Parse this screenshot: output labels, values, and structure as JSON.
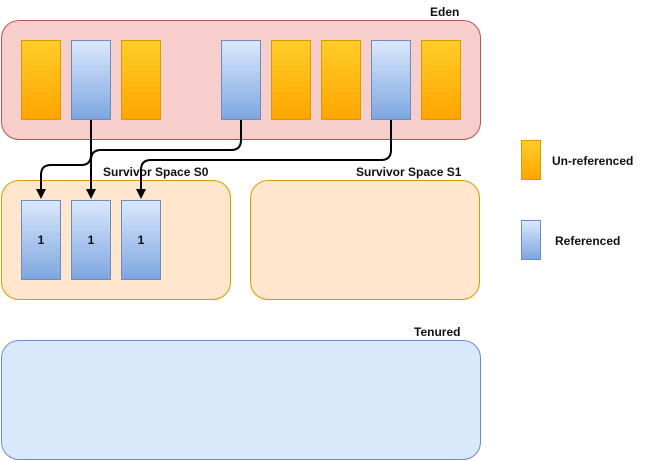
{
  "eden": {
    "label": "Eden",
    "color": "#f8cecc",
    "border": "#b85450"
  },
  "survivor_s0": {
    "label": "Survivor  Space S0",
    "color": "#ffe6cc",
    "border": "#d79b00",
    "objects": [
      "1",
      "1",
      "1"
    ]
  },
  "survivor_s1": {
    "label": "Survivor  Space S1",
    "color": "#ffe6cc",
    "border": "#d79b00"
  },
  "tenured": {
    "label": "Tenured",
    "color": "#dae8fc",
    "border": "#6c8ebf"
  },
  "eden_objects": [
    "unreferenced",
    "referenced",
    "unreferenced",
    "referenced",
    "unreferenced",
    "unreferenced",
    "referenced",
    "unreferenced"
  ],
  "legend": {
    "unreferenced": {
      "label": "Un-referenced",
      "color": "#ffb300"
    },
    "referenced": {
      "label": "Referenced",
      "color": "#9db8e6"
    }
  }
}
